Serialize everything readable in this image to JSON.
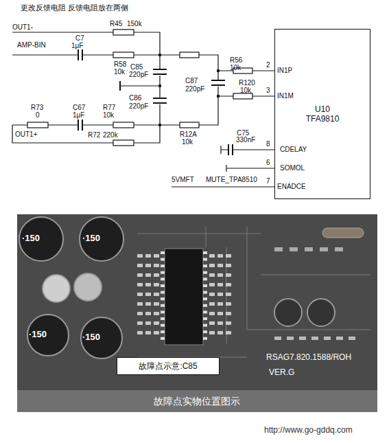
{
  "diagram": {
    "title": "更改反馈电阻 反馈电阻放在两侧",
    "caption": "故障点实物位置图示",
    "nodes": [
      {
        "text": [
          "U10",
          "TFA9810"
        ]
      },
      {
        "text": [
          "故障点示意:C85"
        ]
      }
    ],
    "edges": [],
    "labels": [
      "OUT1-",
      "R45",
      "150k",
      "AMP-BIN",
      "C7",
      "1μF",
      "R58",
      "10k",
      "C85",
      "220pF",
      "C86",
      "220pF",
      "C87",
      "220pF",
      "R56",
      "10k",
      "R120",
      "10k",
      "R73",
      "0",
      "C67",
      "1μF",
      "R77",
      "10k",
      "R72",
      "220k",
      "OUT1+",
      "R12A",
      "10k",
      "C75",
      "330nF",
      "5VMFT",
      "MUTE_TPA8510",
      "2",
      "IN1P",
      "3",
      "IN1M",
      "8",
      "CDELAY",
      "6",
      "SOMOL",
      "7",
      "ENADCE",
      "·150",
      "·150",
      "·150",
      "·150",
      "RSAG7.820.1588/ROH",
      "VER.G",
      "http://www.go-gddq.com"
    ]
  }
}
